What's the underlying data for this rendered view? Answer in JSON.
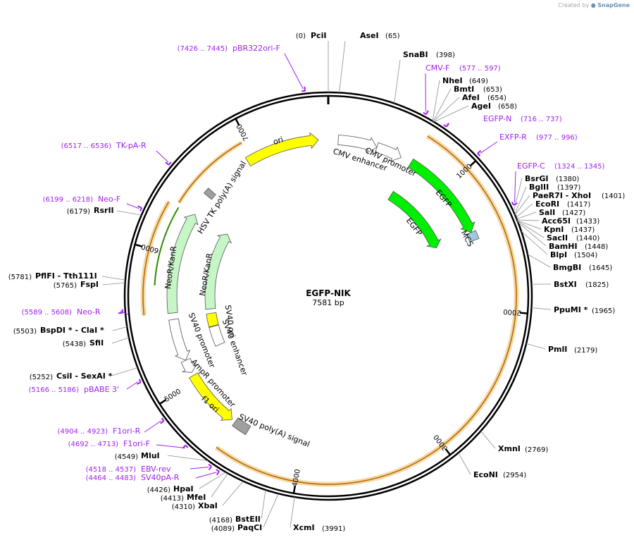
{
  "credit": {
    "prefix": "Created by",
    "brand": "SnapGene"
  },
  "plasmid": {
    "name": "EGFP-NIK",
    "length_label": "7581 bp",
    "length": 7581
  },
  "ticks": [
    "1000",
    "2000",
    "3000",
    "4000",
    "5000",
    "6000",
    "7000"
  ],
  "features": [
    {
      "name": "ori",
      "label": "ori",
      "type": "arrow",
      "color": "#ffff00",
      "ring": "inner",
      "start": 6930,
      "end": 7505,
      "dir": 1
    },
    {
      "name": "cmv-enhancer",
      "label": "CMV enhancer",
      "type": "arrow",
      "color": "#ffffff",
      "ring": "inner",
      "start": 77,
      "end": 380,
      "dir": 1
    },
    {
      "name": "cmv-promoter",
      "label": "CMV promoter",
      "type": "arrow",
      "color": "#ffffff",
      "ring": "inner",
      "start": 381,
      "end": 584,
      "dir": 1
    },
    {
      "name": "egfp-outer",
      "label": "EGFP",
      "type": "arrow",
      "color": "#00ee00",
      "ring": "inner",
      "start": 670,
      "end": 1390,
      "dir": 1
    },
    {
      "name": "mcs",
      "label": "MCS",
      "type": "box",
      "color": "#9ecae1",
      "ring": "inner",
      "start": 1390,
      "end": 1455,
      "dir": 0
    },
    {
      "name": "egfp-inner",
      "label": "EGFP",
      "type": "arrow",
      "color": "#00ee00",
      "ring": "innermost",
      "start": 670,
      "end": 1390,
      "dir": 1
    },
    {
      "name": "sv40-poly-a",
      "label": "SV40 poly(A) signal",
      "type": "box",
      "color": "#a0a0a0",
      "ring": "inner",
      "start": 4440,
      "end": 4560,
      "dir": 0
    },
    {
      "name": "f1-ori",
      "label": "f1 ori",
      "type": "arrow",
      "color": "#ffff00",
      "ring": "inner",
      "start": 4590,
      "end": 5045,
      "dir": -1
    },
    {
      "name": "ampr-promoter",
      "label": "AmpR promoter",
      "type": "arrow",
      "color": "#ffffff",
      "ring": "inner",
      "start": 5071,
      "end": 5175,
      "dir": -1
    },
    {
      "name": "sv40-promoter",
      "label": "SV40 promoter",
      "type": "arrow",
      "color": "#ffffff",
      "ring": "inner",
      "start": 5176,
      "end": 5505,
      "dir": -1
    },
    {
      "name": "neo-kanr-outer",
      "label": "NeoR/KanR",
      "type": "arrow",
      "color": "#c6f5c6",
      "ring": "inner",
      "start": 5555,
      "end": 6350,
      "dir": 1
    },
    {
      "name": "hsv-tk-poly-a",
      "label": "HSV TK poly(A) signal",
      "type": "box",
      "color": "#a0a0a0",
      "ring": "inner",
      "start": 6520,
      "end": 6570,
      "dir": 0
    },
    {
      "name": "sv40-ori",
      "label": "SV40 ori",
      "type": "box",
      "color": "#ffff00",
      "ring": "innermost",
      "start": 5380,
      "end": 5510,
      "dir": 0
    },
    {
      "name": "sv40-enhancer",
      "label": "SV40 enhancer",
      "type": "box",
      "color": "#ffffff",
      "ring": "innermost",
      "start": 5180,
      "end": 5375,
      "dir": 0
    },
    {
      "name": "neo-kanr-inner",
      "label": "NeoR/KanR",
      "type": "arrow",
      "color": "#c6f5c6",
      "ring": "innermost",
      "start": 5555,
      "end": 6350,
      "dir": 1
    }
  ],
  "sites": [
    {
      "name": "PciI",
      "pos": "(0)",
      "side": "left"
    },
    {
      "name": "AseI",
      "pos": "(65)",
      "side": "right"
    },
    {
      "name": "SnaBI",
      "pos": "(398)",
      "side": "right"
    },
    {
      "name": "NheI",
      "pos": "(649)",
      "side": "right"
    },
    {
      "name": "BmtI",
      "pos": "(653)",
      "side": "right"
    },
    {
      "name": "AfeI",
      "pos": "(654)",
      "side": "right"
    },
    {
      "name": "AgeI",
      "pos": "(658)",
      "side": "right"
    },
    {
      "name": "BsrGI",
      "pos": "(1380)",
      "side": "right"
    },
    {
      "name": "BglII",
      "pos": "(1397)",
      "side": "right"
    },
    {
      "name": "PaeR7I  - XhoI",
      "pos": "(1401)",
      "side": "right"
    },
    {
      "name": "EcoRI",
      "pos": "(1417)",
      "side": "right"
    },
    {
      "name": "SalI",
      "pos": "(1427)",
      "side": "right"
    },
    {
      "name": "Acc65I",
      "pos": "(1433)",
      "side": "right"
    },
    {
      "name": "KpnI",
      "pos": "(1437)",
      "side": "right"
    },
    {
      "name": "SacII",
      "pos": "(1440)",
      "side": "right"
    },
    {
      "name": "BamHI",
      "pos": "(1448)",
      "side": "right"
    },
    {
      "name": "BlpI",
      "pos": "(1504)",
      "side": "right"
    },
    {
      "name": "BmgBI",
      "pos": "(1645)",
      "side": "right"
    },
    {
      "name": "BstXI",
      "pos": "(1825)",
      "side": "right"
    },
    {
      "name": "PpuMI *",
      "pos": "(1965)",
      "side": "right"
    },
    {
      "name": "PmlI",
      "pos": "(2179)",
      "side": "right"
    },
    {
      "name": "XmnI",
      "pos": "(2769)",
      "side": "right"
    },
    {
      "name": "EcoNI",
      "pos": "(2954)",
      "side": "right"
    },
    {
      "name": "XcmI",
      "pos": "(3991)",
      "side": "right"
    },
    {
      "name": "PaqCI",
      "pos": "(4089)",
      "side": "left"
    },
    {
      "name": "BstEII",
      "pos": "(4168)",
      "side": "left"
    },
    {
      "name": "XbaI",
      "pos": "(4310)",
      "side": "left"
    },
    {
      "name": "MfeI",
      "pos": "(4413)",
      "side": "left"
    },
    {
      "name": "HpaI",
      "pos": "(4426)",
      "side": "left"
    },
    {
      "name": "MluI",
      "pos": "(4549)",
      "side": "left"
    },
    {
      "name": "CsiI   - SexAI *",
      "pos": "(5252)",
      "side": "left"
    },
    {
      "name": "SfiI",
      "pos": "(5438)",
      "side": "left"
    },
    {
      "name": "BspDI *  - ClaI *",
      "pos": "(5503)",
      "side": "left"
    },
    {
      "name": "FspI",
      "pos": "(5765)",
      "side": "left"
    },
    {
      "name": "PflFI   - Tth111I",
      "pos": "(5781)",
      "side": "left"
    },
    {
      "name": "RsrII",
      "pos": "(6179)",
      "side": "left"
    }
  ],
  "primers": [
    {
      "name": "pBR322ori-F",
      "range": "(7426 .. 7445)",
      "side": "left"
    },
    {
      "name": "CMV-F",
      "range": "(577 .. 597)",
      "side": "right"
    },
    {
      "name": "EGFP-N",
      "range": "(716 .. 737)",
      "side": "right"
    },
    {
      "name": "EXFP-R",
      "range": "(977 .. 996)",
      "side": "right"
    },
    {
      "name": "EGFP-C",
      "range": "(1324 .. 1345)",
      "side": "right"
    },
    {
      "name": "TK-pA-R",
      "range": "(6517 .. 6536)",
      "side": "left"
    },
    {
      "name": "Neo-F",
      "range": "(6199 .. 6218)",
      "side": "left"
    },
    {
      "name": "Neo-R",
      "range": "(5589 .. 5608)",
      "side": "left"
    },
    {
      "name": "pBABE 3'",
      "range": "(5166 .. 5186)",
      "side": "left"
    },
    {
      "name": "F1ori-R",
      "range": "(4904 .. 4923)",
      "side": "left"
    },
    {
      "name": "F1ori-F",
      "range": "(4692 .. 4713)",
      "side": "left"
    },
    {
      "name": "EBV-rev",
      "range": "(4518 .. 4537)",
      "side": "left"
    },
    {
      "name": "SV40pA-R",
      "range": "(4464 .. 4483)",
      "side": "left"
    }
  ],
  "colors": {
    "backbone": "#000000",
    "primer": "#a020f0",
    "orf_fill": "#f7d9a8",
    "orf_line": "#b36b00",
    "orf_line_green": "#2e8b00"
  }
}
